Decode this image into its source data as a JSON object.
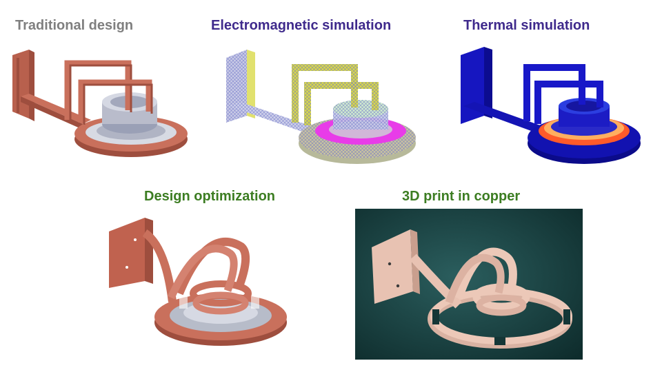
{
  "titles": {
    "traditional": "Traditional design",
    "electromagnetic": "Electromagnetic simulation",
    "thermal": "Thermal simulation",
    "optimization": "Design optimization",
    "print": "3D print in copper"
  },
  "colors": {
    "traditional_title": "#7f7f7f",
    "simulation_title": "#3f2a8c",
    "optimization_title": "#3c7d22",
    "copper": "#c9705c",
    "copper_dark": "#9e4e3e",
    "copper_light": "#e09a86",
    "ceramic": "#b9bccb",
    "em_mesh": "#8d92d6",
    "em_hot": "#e83ce8",
    "em_yellow": "#d9d94a",
    "thermal_cold": "#1010b0",
    "thermal_hot": "#ff5a2a",
    "photo_bg": "#1e4a4a",
    "print_copper": "#e8c2b2"
  }
}
